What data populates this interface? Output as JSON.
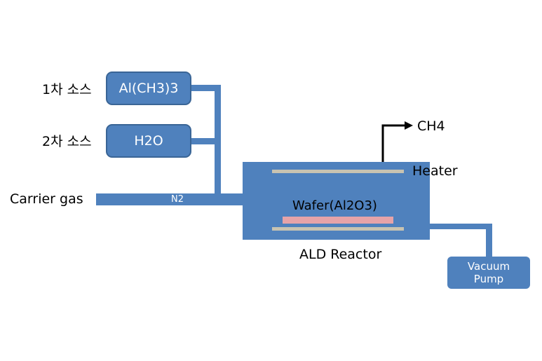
{
  "sources": [
    {
      "label": "1차 소스",
      "chemical": "Al(CH3)3"
    },
    {
      "label": "2차 소스",
      "chemical": "H2O"
    }
  ],
  "carrier": {
    "label": "Carrier gas",
    "gas": "N2"
  },
  "reactor": {
    "name": "ALD Reactor",
    "heater_label": "Heater",
    "wafer_label": "Wafer(Al2O3)",
    "exhaust_label": "CH4"
  },
  "pump": {
    "line1": "Vacuum",
    "line2": "Pump"
  },
  "colors": {
    "accent": "#4f81bd",
    "plate": "#c8c3b1",
    "wafer": "#e6a3a8"
  }
}
